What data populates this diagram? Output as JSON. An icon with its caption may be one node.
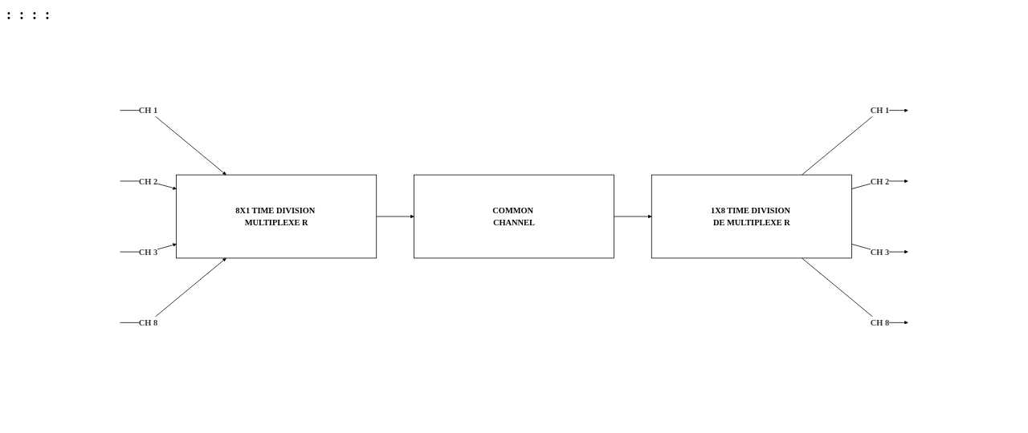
{
  "diagram": {
    "nodes": [
      {
        "text": [
          "8X1 TIME DIVISION MULTIPLEXE R"
        ]
      },
      {
        "text": [
          "COMMON CHANNEL"
        ]
      },
      {
        "text": [
          "1X8 TIME DIVISION DE MULTIPLEXE R"
        ]
      }
    ],
    "edges": [
      {
        "from": null,
        "to": 0,
        "arrow": "to",
        "label": "CH 1"
      },
      {
        "from": null,
        "to": 0,
        "arrow": "to",
        "label": "CH 2"
      },
      {
        "from": null,
        "to": 0,
        "arrow": "to",
        "label": "CH 3"
      },
      {
        "from": null,
        "to": 0,
        "arrow": "to",
        "label": "CH 8"
      },
      {
        "from": 0,
        "to": 1,
        "arrow": "to"
      },
      {
        "from": 1,
        "to": 2,
        "arrow": "to"
      },
      {
        "from": 2,
        "to": null,
        "arrow": "to",
        "label": "CH 1"
      },
      {
        "from": 2,
        "to": null,
        "arrow": "to",
        "label": "CH 2"
      },
      {
        "from": 2,
        "to": null,
        "arrow": "to",
        "label": "CH 3"
      },
      {
        "from": 2,
        "to": null,
        "arrow": "to",
        "label": "CH 8"
      }
    ],
    "labels": [
      ":",
      ":",
      ":",
      ":"
    ]
  }
}
